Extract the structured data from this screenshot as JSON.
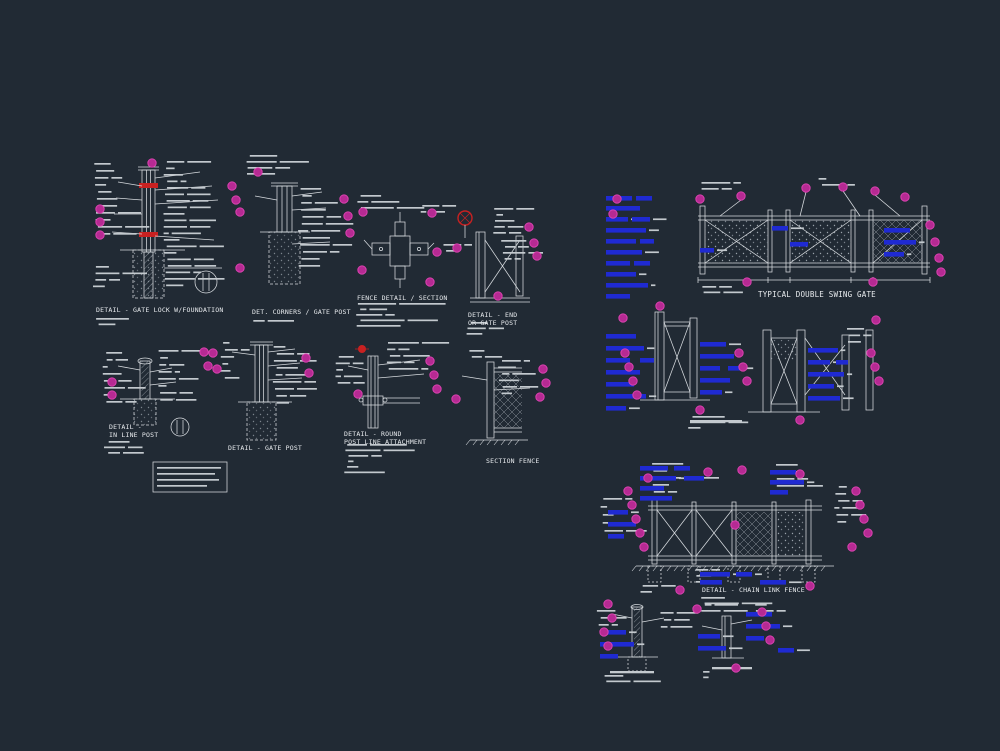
{
  "document": {
    "type": "CAD detail sheet - chain link fence and gate details",
    "background": "#212a34"
  },
  "palette": {
    "background": "#212a34",
    "linework": "#d7dbdf",
    "text": "#e8ebee",
    "smudge_text": "#c3c9ce",
    "highlight_blue": "#1f2ad2",
    "callout_magenta": "#b62a93",
    "callout_ring": "#e145b5",
    "accent_red": "#c92121",
    "stipple_gray": "#9aa3ab"
  },
  "titles": {
    "gate_lock": "DETAIL - GATE LOCK W/FOUNDATION",
    "corners_gate_post": "DET. CORNERS / GATE POST",
    "fence_detail": "FENCE DETAIL / SECTION",
    "end_or_gate_post": "DETAIL - END\nOR GATE POST",
    "in_line_post": "DETAIL -\nIN LINE POST",
    "gate_post": "DETAIL - GATE POST",
    "round_post_line_attachment": "DETAIL - ROUND\nPOST LINE ATTACHMENT",
    "section_fence": "SECTION FENCE",
    "typical_double_swing_gate": "TYPICAL DOUBLE SWING GATE",
    "chain_link_fence": "DETAIL - CHAIN LINK FENCE"
  }
}
